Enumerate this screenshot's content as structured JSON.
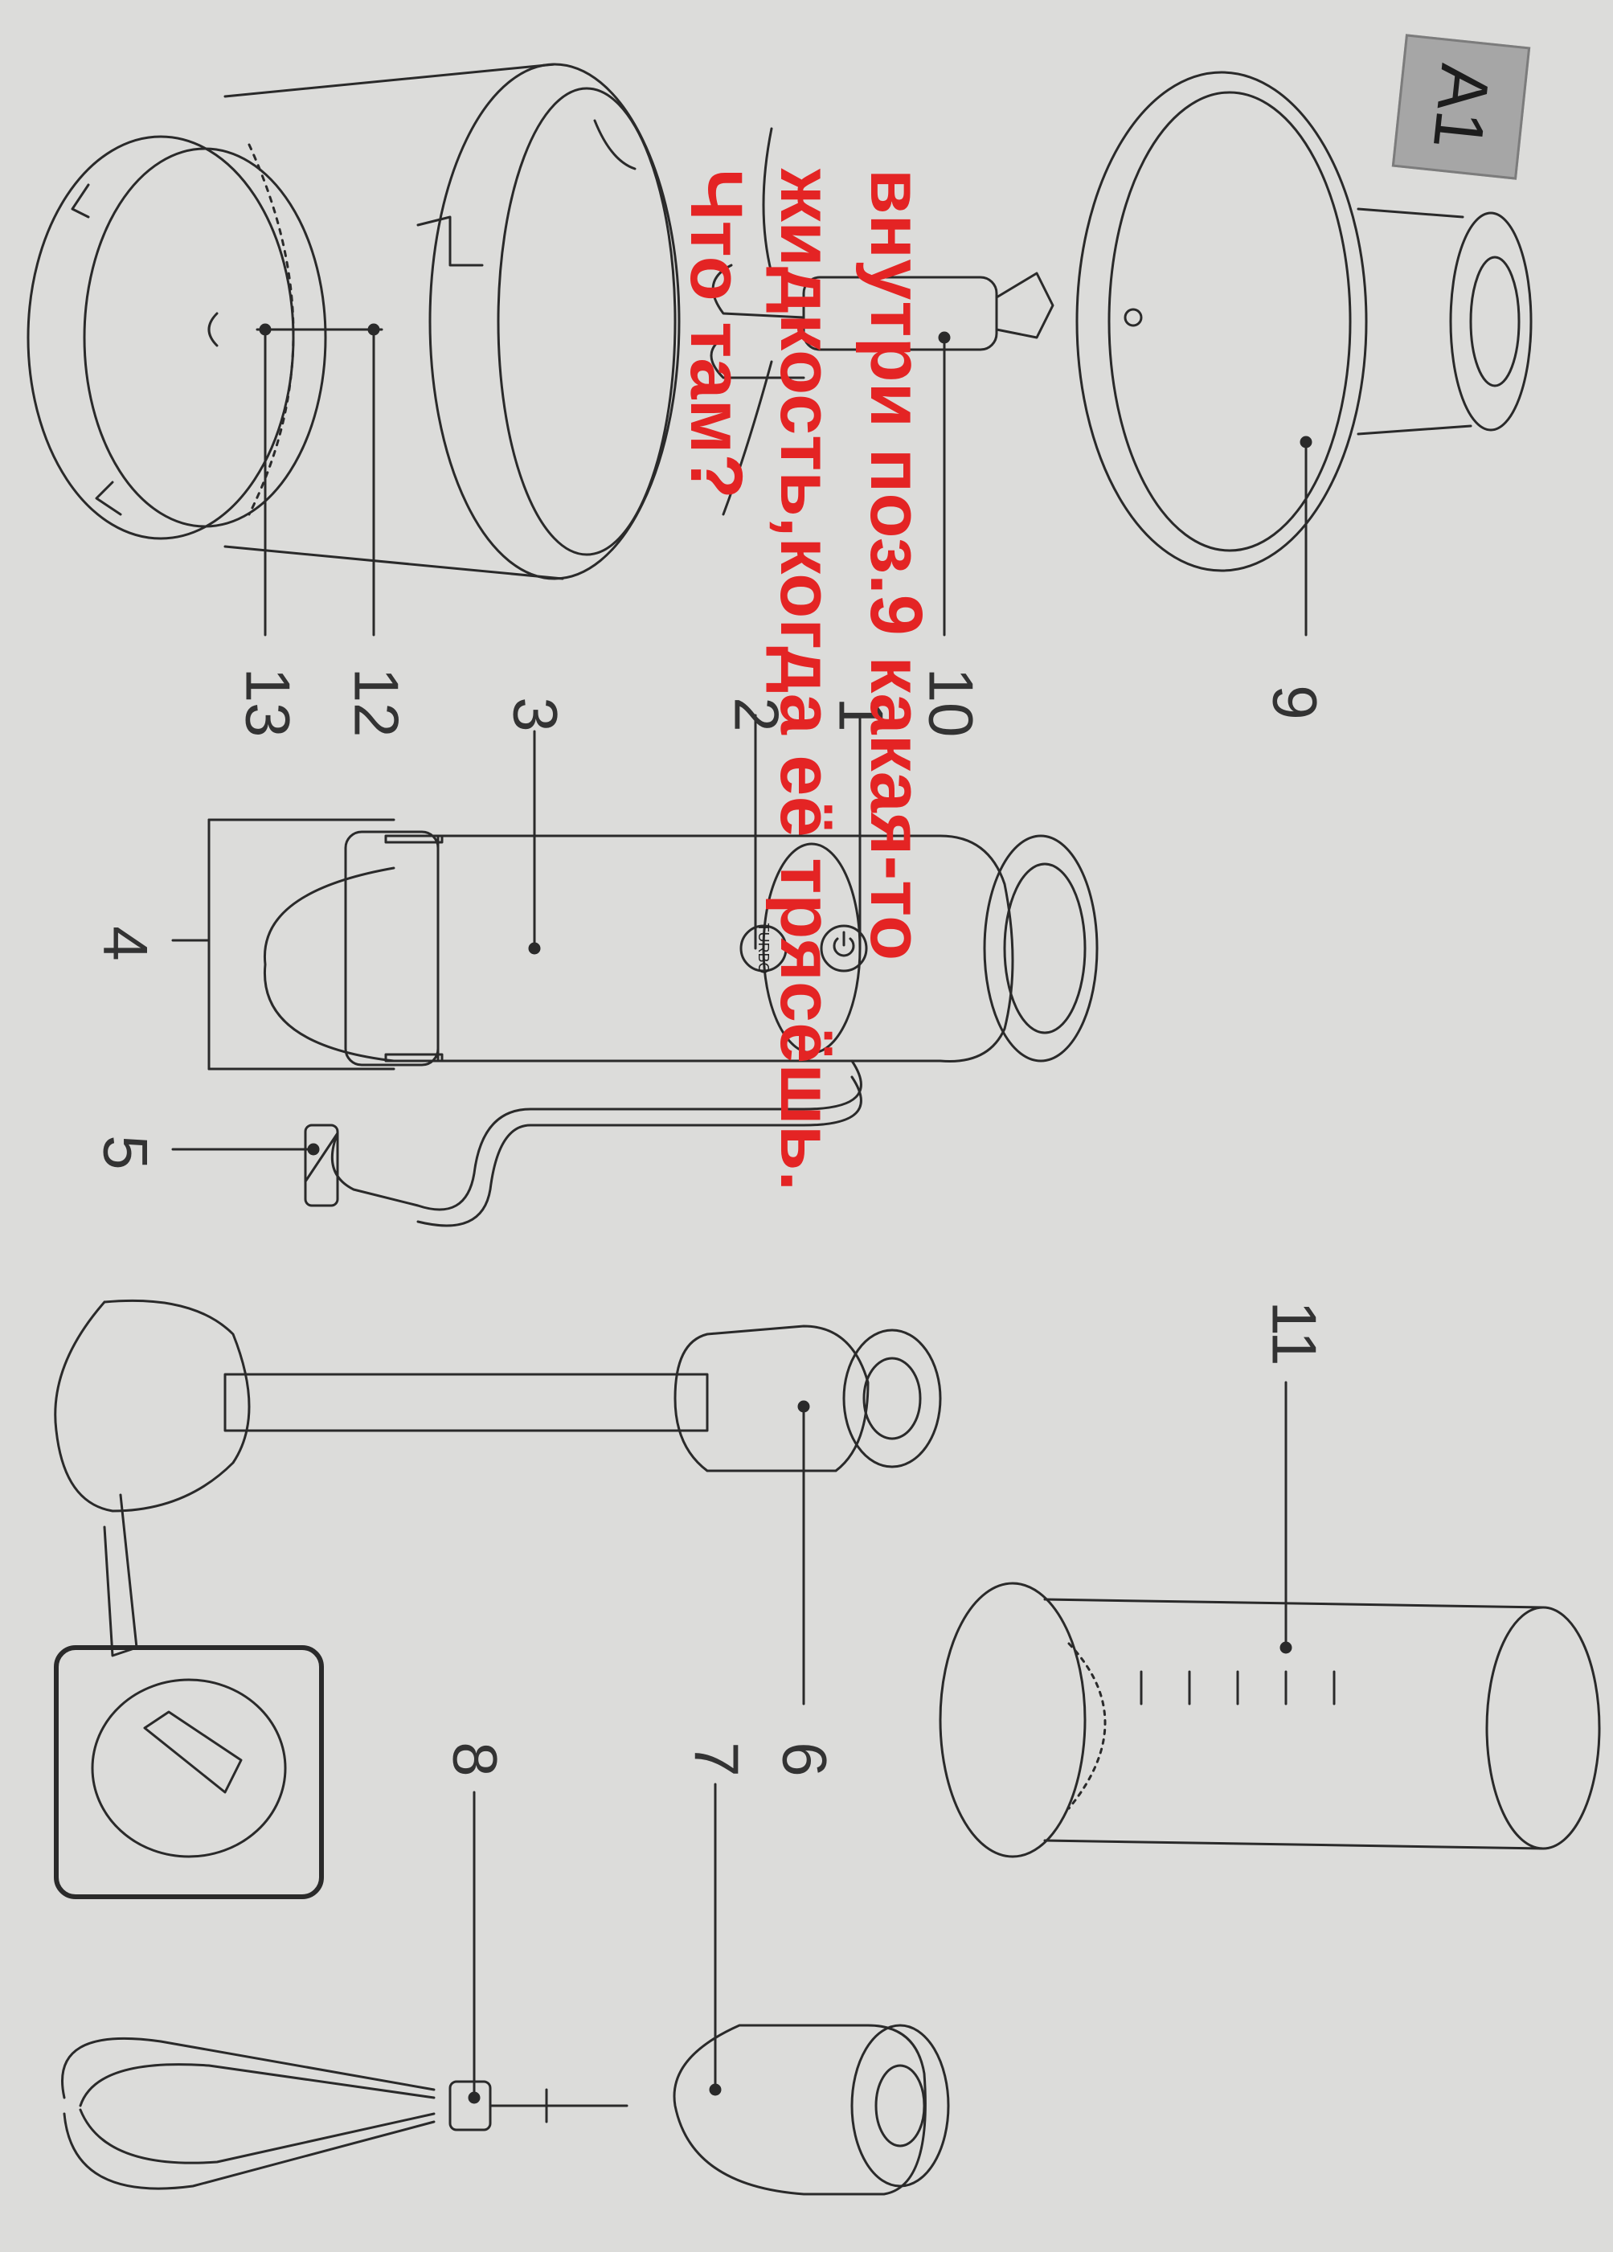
{
  "figure_id": "A1",
  "callouts": {
    "n1": "1",
    "n2": "2",
    "n3": "3",
    "n4": "4",
    "n5": "5",
    "n6": "6",
    "n7": "7",
    "n8": "8",
    "n9": "9",
    "n10": "10",
    "n11": "11",
    "n12": "12",
    "n13": "13"
  },
  "button_text": "TURBO",
  "annotation": {
    "line1": "внутри поз.9 какая-то",
    "line2": "жидкость,когда её трясёшь.",
    "line3": "Что там?"
  },
  "colors": {
    "annotation": "#e42424",
    "line": "#2a2a2a",
    "paper": "#dcdcda",
    "badge": "#a6a6a6"
  }
}
